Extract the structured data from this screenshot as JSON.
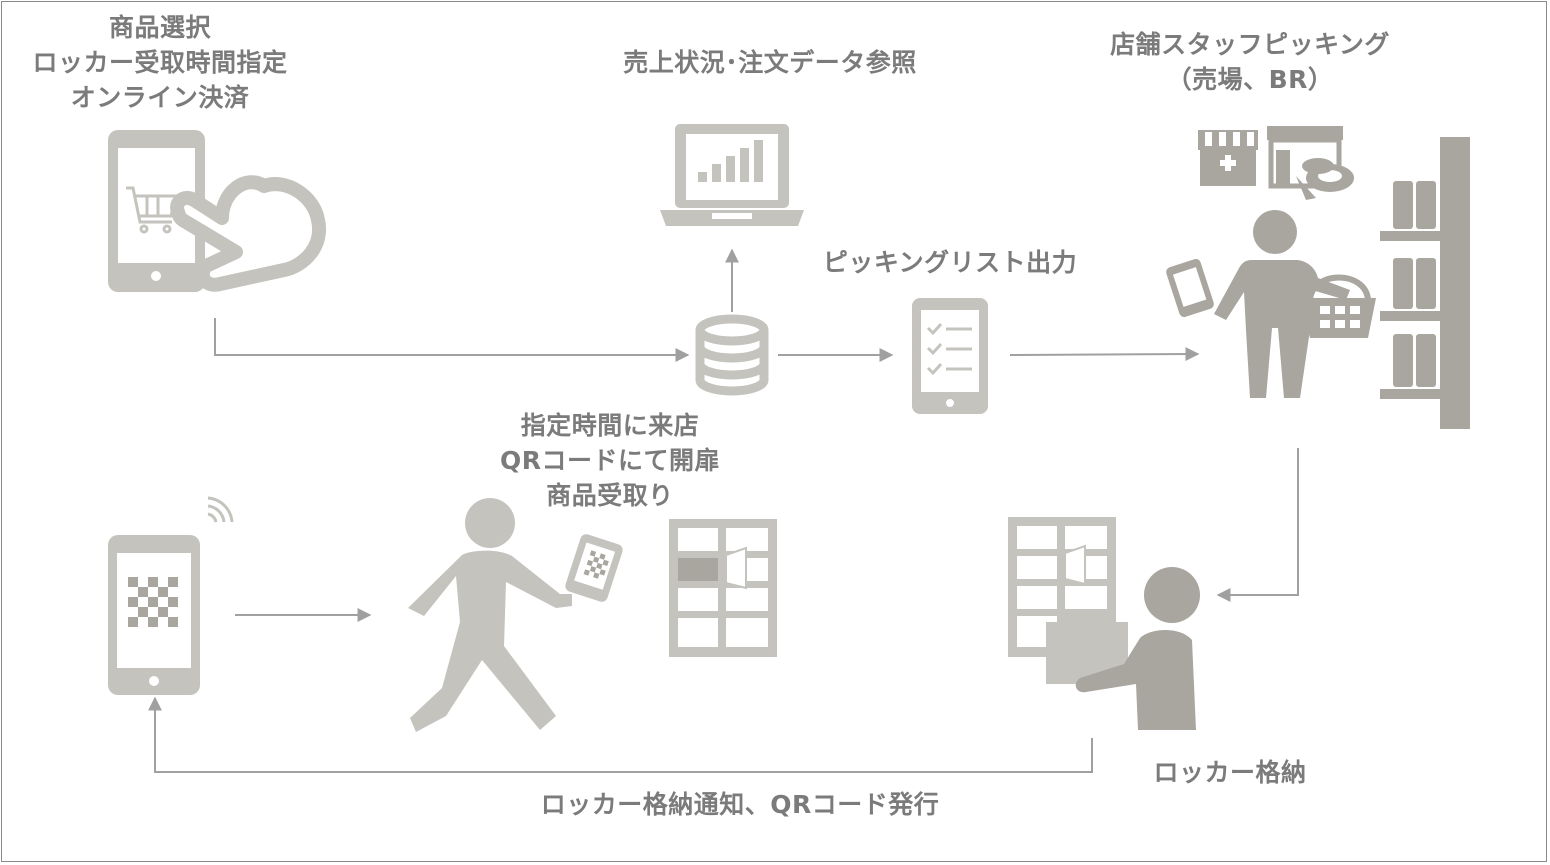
{
  "labels": {
    "customer_order": [
      "商品選択",
      "ロッカー受取時間指定",
      "オンライン決済"
    ],
    "sales_data": "売上状況･注文データ参照",
    "store_picking": [
      "店舗スタッフピッキング",
      "（売場、BR）"
    ],
    "picking_list": "ピッキングリスト出力",
    "pickup": [
      "指定時間に来店",
      "QRコードにて開扉",
      "商品受取り"
    ],
    "locker_storage": "ロッカー格納",
    "notification": "ロッカー格納通知、QRコード発行"
  },
  "colors": {
    "icon": "#c4c3bd",
    "icon_dark": "#a8a69f",
    "label": "#7b7b7b",
    "arrow": "#a0a0a0",
    "border": "#8a8a8a"
  }
}
